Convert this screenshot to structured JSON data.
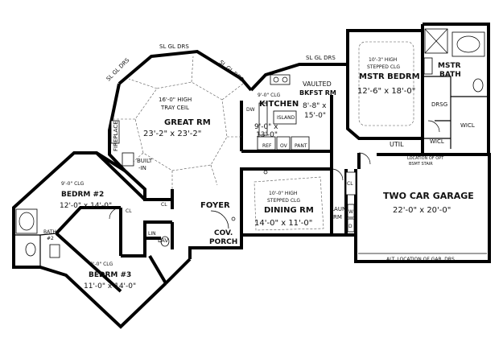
{
  "labels": {
    "sl_gl_drs_1": "SL GL DRS",
    "sl_gl_drs_2": "SL GL DRS",
    "sl_gl_drs_3": "SL GL DRS",
    "sl_gl_drs_4": "SL GL DRS",
    "great_ceil_1": "16'-0\" HIGH",
    "great_ceil_2": "TRAY CEIL",
    "great_name": "GREAT RM",
    "great_dim": "23'-2\" x 23'-2\"",
    "fireplace": "FIREPLACE",
    "built_in_1": "BUILT",
    "built_in_2": "-IN",
    "kitchen_ceil": "9'-0\" CLG",
    "kitchen_name": "KITCHEN",
    "kitchen_dim_1": "9'-0\" x",
    "kitchen_dim_2": "13'-0\"",
    "island": "ISLAND",
    "dw": "DW",
    "ref": "REF",
    "ov": "OV",
    "pant": "PANT",
    "bkfst_1": "VAULTED",
    "bkfst_2": "BKFST RM",
    "bkfst_dim_1": "8'-8\" x",
    "bkfst_dim_2": "15'-0\"",
    "mstr_ceil_1": "10'-3\" HIGH",
    "mstr_ceil_2": "STEPPED CLG",
    "mstr_name": "MSTR BEDRM",
    "mstr_dim": "12'-6\" x 18'-0\"",
    "mstr_bath_1": "MSTR",
    "mstr_bath_2": "BATH",
    "drsg": "DRSG",
    "wicl_1": "WICL",
    "wicl_2": "WICL",
    "util": "UTIL",
    "opt_stair_1": "LOCATION OF OPT",
    "opt_stair_2": "BSMT STAIR",
    "bed2_ceil": "9'-0\" CLG",
    "bed2_name": "BEDRM #2",
    "bed2_dim": "12'-0\" x 14'-0\"",
    "bath2_1": "BATH",
    "bath2_2": "#2",
    "bed3_ceil": "9'-0\" CLG",
    "bed3_name": "BEDRM #3",
    "bed3_dim": "11'-0\" x 14'-0\"",
    "cl_1": "CL",
    "cl_2": "CL",
    "cl_3": "CL",
    "lin": "LIN",
    "lav": "LAV",
    "foyer": "FOYER",
    "cov_porch_1": "COV.",
    "cov_porch_2": "PORCH",
    "dining_ceil_1": "10'-0\" HIGH",
    "dining_ceil_2": "STEPPED CLG",
    "dining_name": "DINING RM",
    "dining_dim": "14'-0\" x 11'-0\"",
    "laun_1": "LAUN",
    "laun_2": "RM",
    "w": "W",
    "d": "D",
    "garage_name": "TWO CAR GARAGE",
    "garage_dim": "22'-0\" x 20'-0\"",
    "garage_note": "ALT. LOCATION OF GAR. DRS."
  }
}
